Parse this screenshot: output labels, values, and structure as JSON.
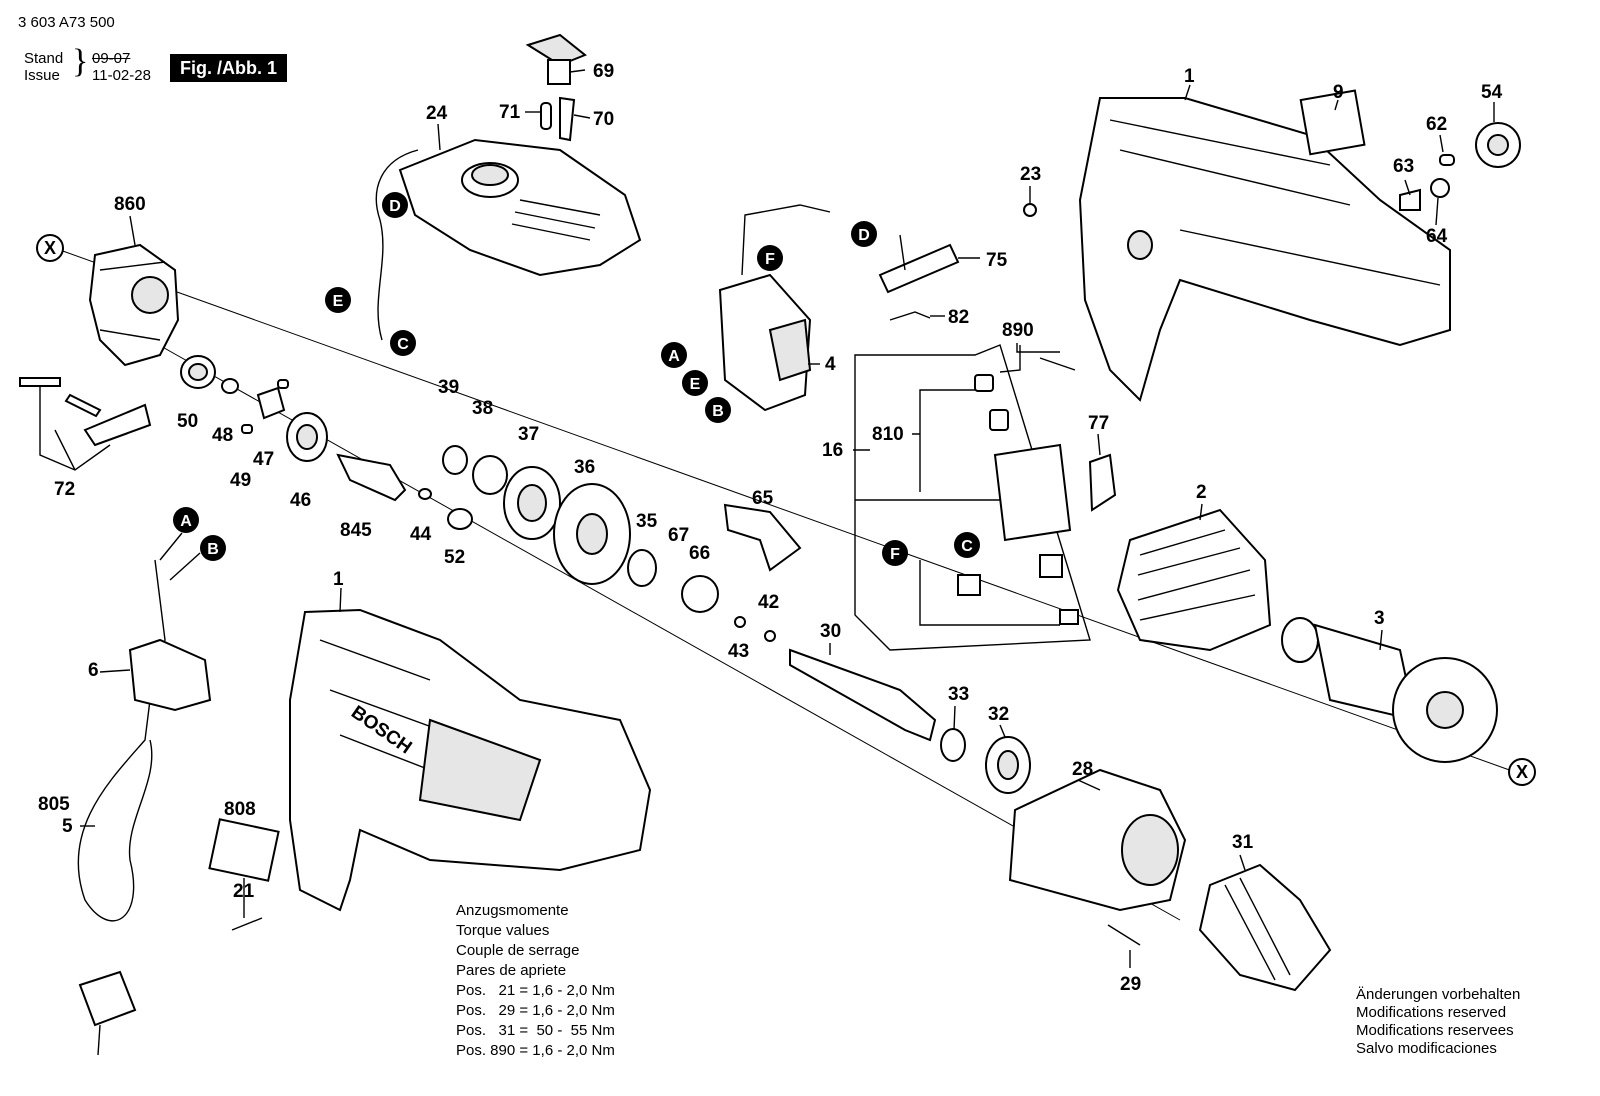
{
  "header": {
    "ref_no": "3 603 A73 500",
    "stand_label": "Stand",
    "issue_label": "Issue",
    "stand_date": "09-07",
    "issue_date": "11-02-28",
    "fig_label": "Fig. /Abb. 1"
  },
  "callouts": [
    "A",
    "B",
    "C",
    "D",
    "E",
    "F",
    "X"
  ],
  "part_numbers": [
    "1",
    "2",
    "3",
    "4",
    "5",
    "6",
    "9",
    "16",
    "21",
    "23",
    "24",
    "28",
    "29",
    "30",
    "31",
    "32",
    "33",
    "35",
    "36",
    "37",
    "38",
    "39",
    "42",
    "43",
    "44",
    "46",
    "47",
    "48",
    "49",
    "50",
    "52",
    "54",
    "62",
    "63",
    "64",
    "65",
    "66",
    "67",
    "69",
    "70",
    "71",
    "72",
    "75",
    "77",
    "82",
    "805",
    "808",
    "810",
    "845",
    "860",
    "890"
  ],
  "torque": {
    "lines": [
      "Anzugsmomente",
      "Torque values",
      "Couple de serrage",
      "Pares de apriete",
      "Pos.   21 = 1,6 - 2,0 Nm",
      "Pos.   29 = 1,6 - 2,0 Nm",
      "Pos.   31 =  50 -  55 Nm",
      "Pos. 890 = 1,6 - 2,0 Nm"
    ]
  },
  "changes": {
    "lines": [
      "Änderungen vorbehalten",
      "Modifications reserved",
      "Modifications reservees",
      "Salvo modificaciones"
    ]
  },
  "brand_text": "BOSCH"
}
